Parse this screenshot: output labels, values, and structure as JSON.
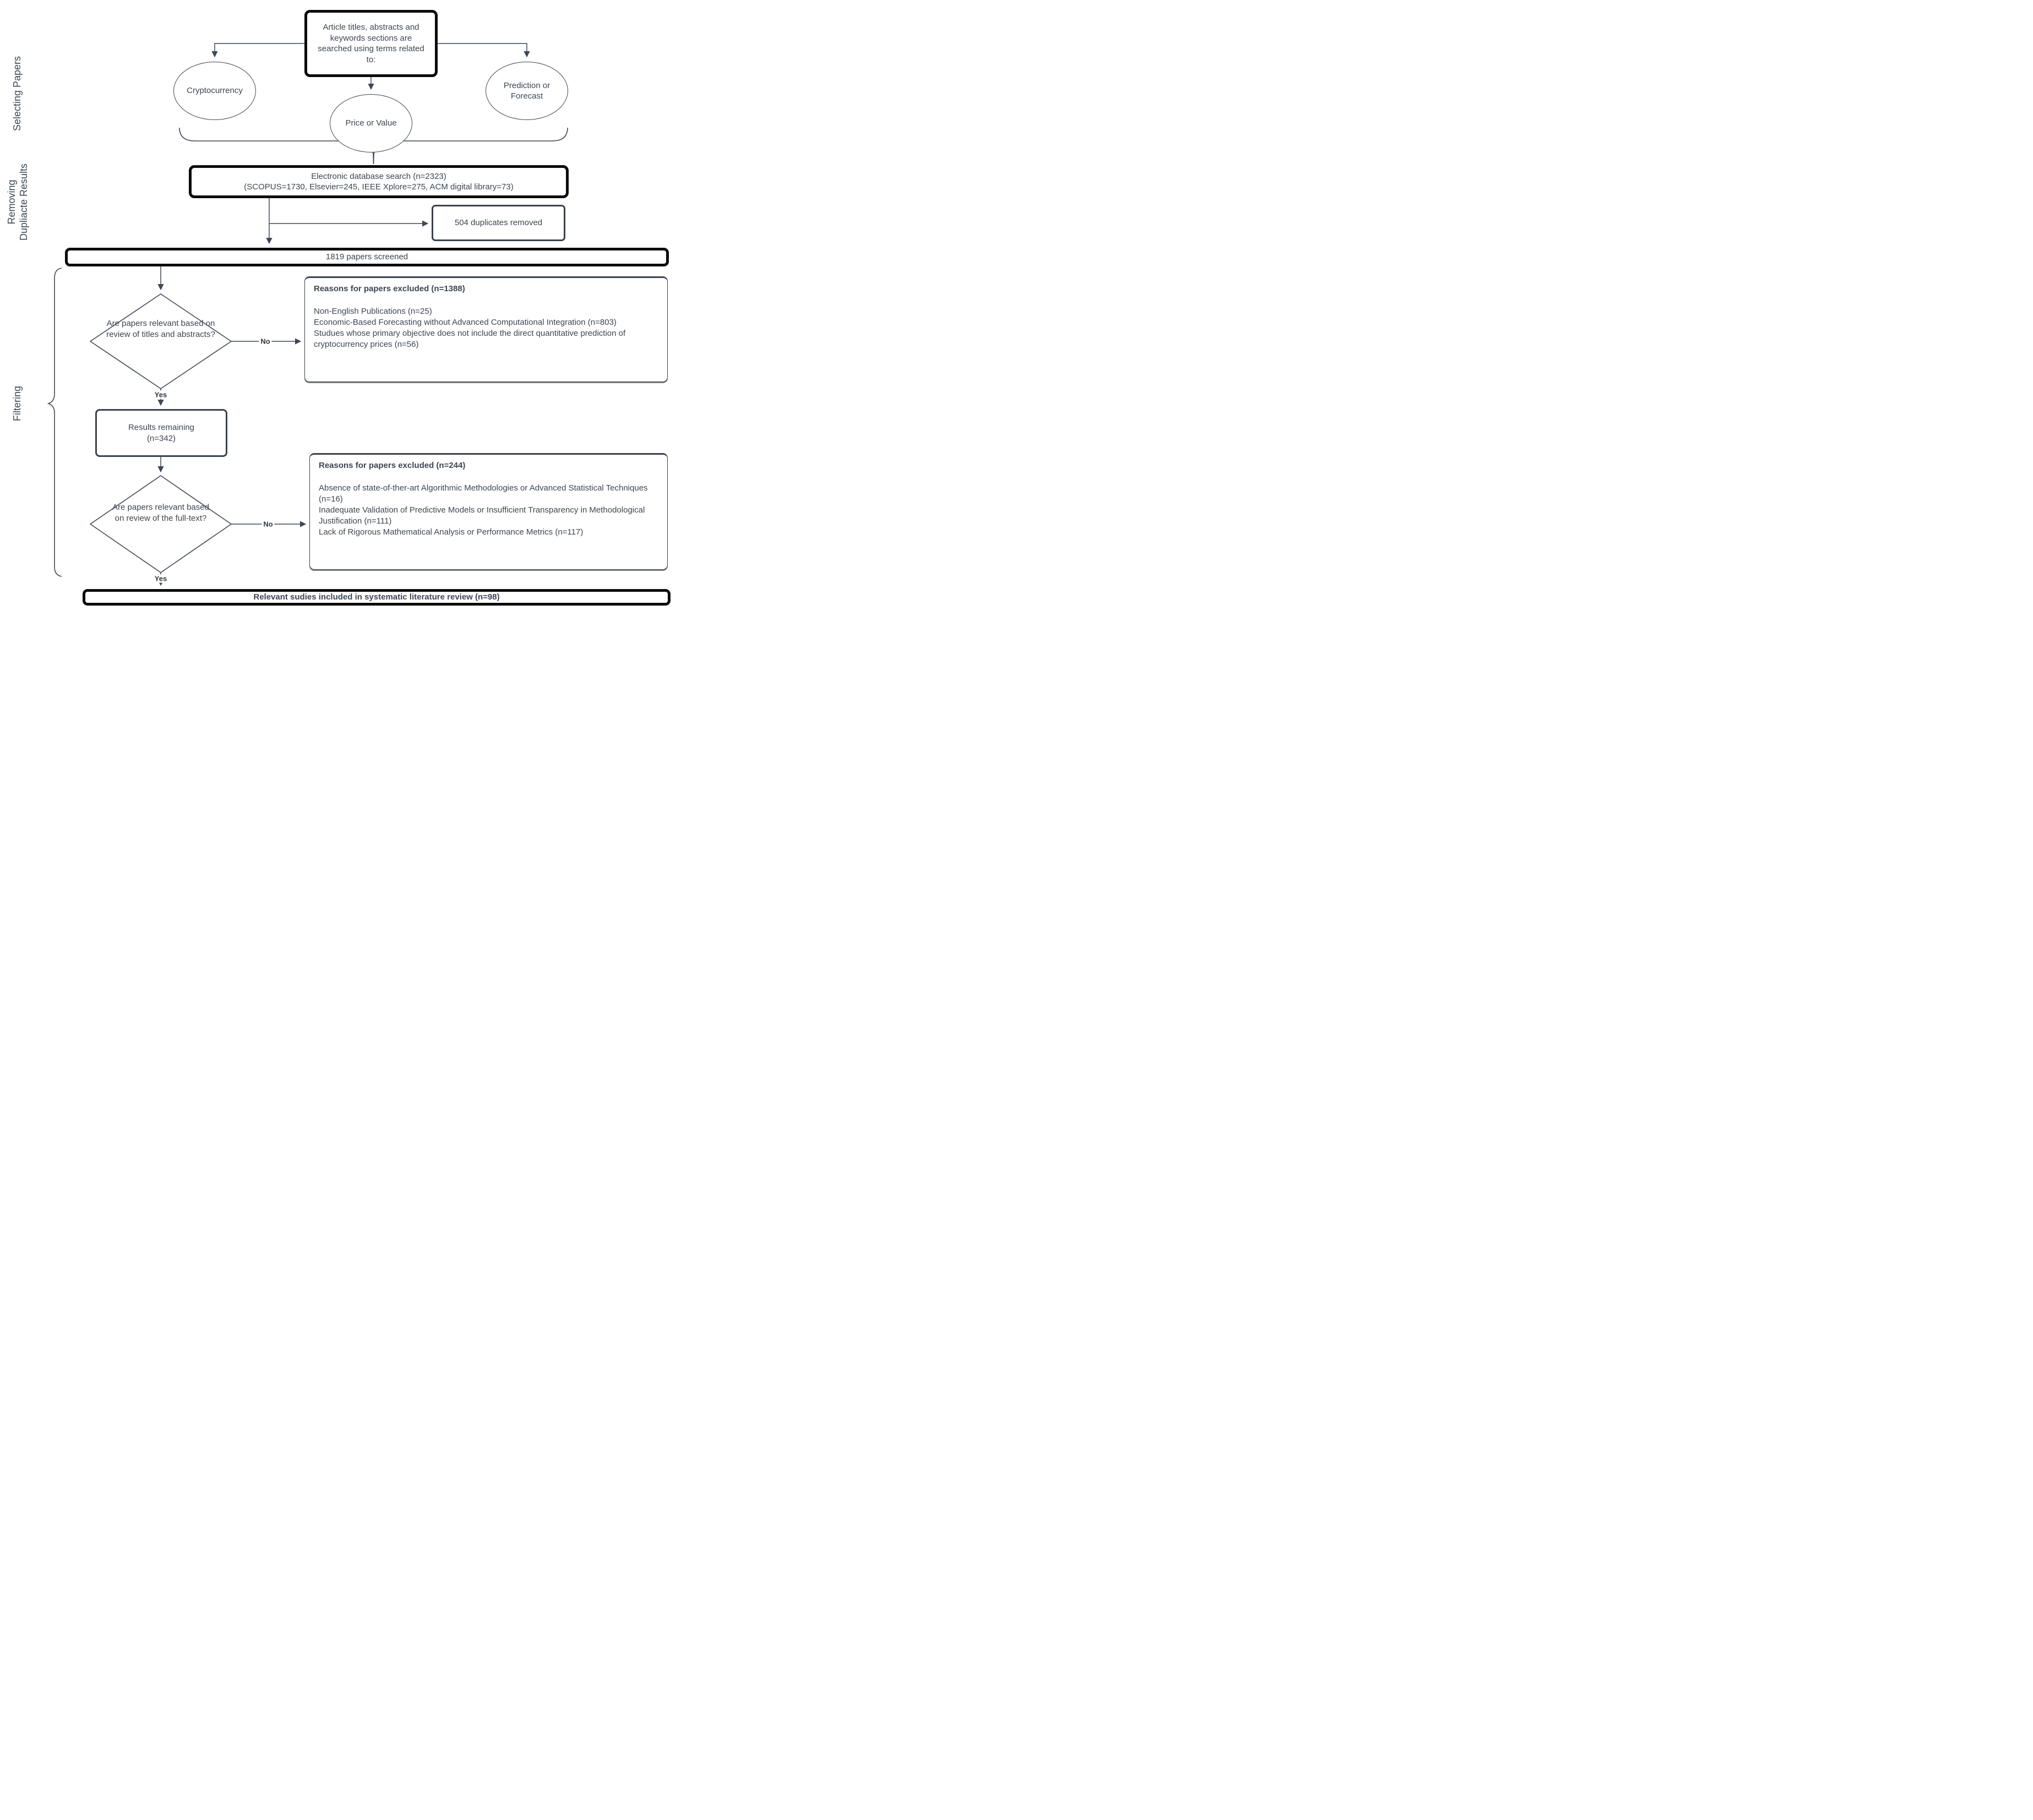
{
  "flow": {
    "stage_labels": {
      "selecting": "Selecting Papers",
      "removing_line1": "Removing",
      "removing_line2": "Dupliacte Results",
      "filtering": "Filtering"
    },
    "top_box": "Article titles, abstracts and keywords sections are searched using terms related to:",
    "terms": [
      "Cryptocurrency",
      "Price or Value",
      "Prediction or Forecast"
    ],
    "database_box": {
      "line1": "Electronic database search (n=2323)",
      "line2": "(SCOPUS=1730, Elsevier=245, IEEE Xplore=275, ACM digital library=73)"
    },
    "duplicates_box": "504 duplicates removed",
    "screened_bar": "1819 papers screened",
    "decision1": "Are papers relevant based on review of titles and abstracts?",
    "decision2": "Are papers relevant based on review of the full-text?",
    "yes_label": "Yes",
    "no_label": "No",
    "excluded1": {
      "title": "Reasons for papers excluded (n=1388)",
      "items": [
        "Non-English Publications (n=25)",
        "Economic-Based Forecasting without Advanced Computational Integration (n=803)",
        "Studues whose primary objective does not include the direct quantitative prediction of cryptocurrency prices (n=56)"
      ]
    },
    "remaining_box": {
      "line1": "Results remaining",
      "line2": "(n=342)"
    },
    "excluded2": {
      "title": "Reasons for papers excluded (n=244)",
      "items": [
        "Absence of state-of-ther-art Algorithmic Methodologies or Advanced Statistical Techniques (n=16)",
        "Inadequate Validation of Predictive Models or Insufficient Transparency in Methodological Justification (n=111)",
        "Lack of Rigorous Mathematical Analysis or Performance Metrics (n=117)"
      ]
    },
    "included_bar": "Relevant sudies included in systematic literature review (n=98)"
  },
  "colors": {
    "line": "#3f4757",
    "text": "#3d4652",
    "thick_border": "#0b0b0b",
    "medium_border": "#39424e",
    "background": "#ffffff"
  }
}
